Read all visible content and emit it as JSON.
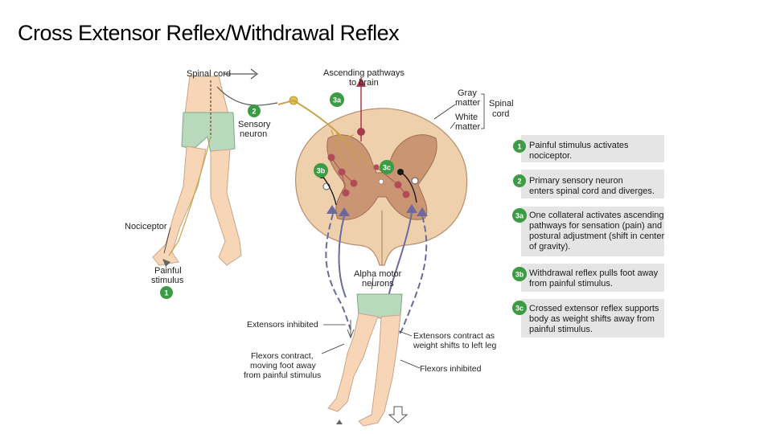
{
  "slide": {
    "title": "Cross Extensor Reflex/Withdrawal Reflex"
  },
  "colors": {
    "badge_green": "#3d9a45",
    "spinal_tan": "#efd0ad",
    "gray_matter": "#c99572",
    "step_box": "#e5e5e5",
    "skin": "#f6d6b6",
    "shorts": "#b8d9bc",
    "sensory_neuron": "#c9a24a",
    "motor_neuron": "#6a6a9c",
    "interneuron": "#b24b58",
    "ascending_pathway": "#a83a4c"
  },
  "figure": {
    "labels": {
      "spinal_cord_top": "Spinal cord",
      "ascending_line1": "Ascending pathways",
      "ascending_line2": "to brain",
      "gray_line1": "Gray",
      "gray_line2": "matter",
      "white_line1": "White",
      "white_line2": "matter",
      "spinal_side_line1": "Spinal",
      "spinal_side_line2": "cord",
      "sensory_line1": "Sensory",
      "sensory_line2": "neuron",
      "nociceptor": "Nociceptor",
      "painful_line1": "Painful",
      "painful_line2": "stimulus",
      "alpha_line1": "Alpha motor",
      "alpha_line2": "neurons",
      "ext_inhibited": "Extensors inhibited",
      "flexors_contract_line1": "Flexors contract,",
      "flexors_contract_line2": "moving foot away",
      "flexors_contract_line3": "from painful stimulus",
      "ext_contract_line1": "Extensors contract as",
      "ext_contract_line2": "weight shifts to left leg",
      "flexors_inhibited": "Flexors inhibited"
    },
    "badges": {
      "b1": "1",
      "b2": "2",
      "b3a": "3a",
      "b3b": "3b",
      "b3c": "3c"
    },
    "steps": [
      {
        "badge": "1",
        "lines": [
          "Painful stimulus activates",
          "nociceptor."
        ]
      },
      {
        "badge": "2",
        "lines": [
          "Primary sensory neuron",
          "enters spinal cord and diverges."
        ]
      },
      {
        "badge": "3a",
        "lines": [
          "One collateral activates ascending",
          "pathways for sensation (pain) and",
          "postural adjustment (shift in center",
          "of gravity)."
        ]
      },
      {
        "badge": "3b",
        "lines": [
          "Withdrawal reflex pulls foot away",
          "from painful stimulus."
        ]
      },
      {
        "badge": "3c",
        "lines": [
          "Crossed extensor reflex supports",
          "body as weight shifts away from",
          "painful stimulus."
        ]
      }
    ]
  }
}
